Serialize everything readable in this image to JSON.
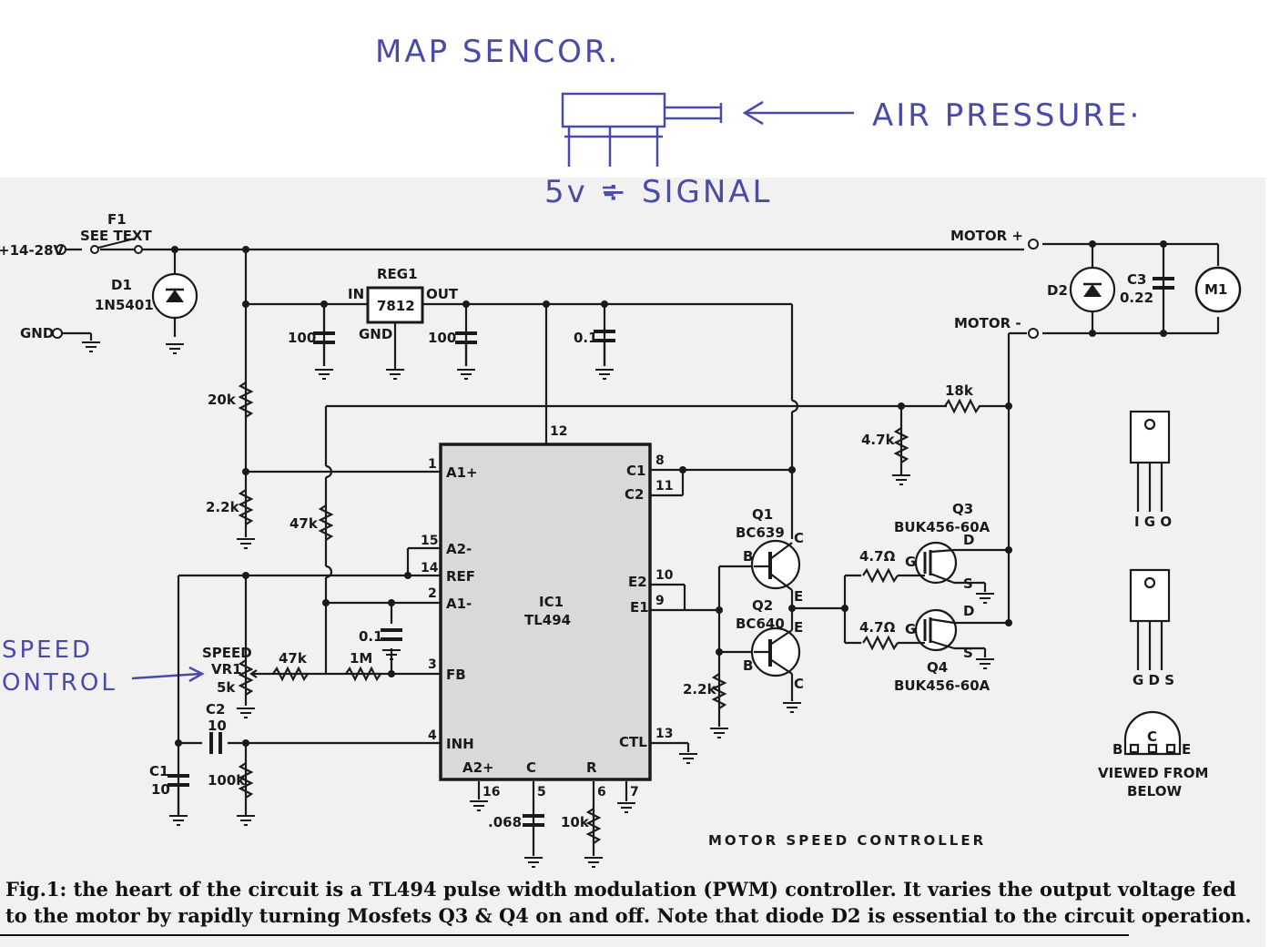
{
  "annotations": {
    "map_sensor": "MAP SENCOR.",
    "air_pressure": "AIR PRESSURE·",
    "signal": "5v ÷ SIGNAL",
    "speed": "SPEED",
    "control": "ONTROL"
  },
  "title": "MOTOR SPEED CONTROLLER",
  "caption": "Fig.1: the heart of the circuit is a TL494 pulse width modulation (PWM) controller. It varies the output voltage fed to the motor by rapidly turning Mosfets Q3 & Q4 on and off. Note that diode D2 is essential to the circuit operation.",
  "labels": {
    "supply": "+14-28V",
    "gnd": "GND",
    "f1": "F1",
    "see_text": "SEE TEXT",
    "d1": "D1",
    "d1_part": "1N5401",
    "reg1": "REG1",
    "reg_part": "7812",
    "in": "IN",
    "out": "OUT",
    "reg_gnd": "GND",
    "c100a": "100",
    "c100b": "100",
    "c01a": "0.1",
    "c01b": "0.1",
    "r20k": "20k",
    "r2k2a": "2.2k",
    "r2k2b": "2.2k",
    "r47ka": "47k",
    "r47kb": "47k",
    "r1m": "1M",
    "speed": "SPEED",
    "vr1": "VR1",
    "r5k": "5k",
    "c2": "C2",
    "c2_value": "10",
    "c1": "C1",
    "c1_value": "10",
    "r100k": "100k",
    "ic1": "IC1",
    "ic_part": "TL494",
    "c068": ".068",
    "r10k": "10k",
    "q1": "Q1",
    "q1_part": "BC639",
    "q2": "Q2",
    "q2_part": "BC640",
    "q3": "Q3",
    "q3_part": "BUK456-60A",
    "q4": "Q4",
    "q4_part": "BUK456-60A",
    "r18k": "18k",
    "r4k7": "4.7k",
    "r4r7a": "4.7Ω",
    "r4r7b": "4.7Ω",
    "pin_b": "B",
    "pin_c": "C",
    "pin_e": "E",
    "pin_g": "G",
    "pin_d": "D",
    "pin_s": "S",
    "motor_plus": "MOTOR +",
    "motor_minus": "MOTOR -",
    "d2": "D2",
    "c3": "C3",
    "c3_value": "0.22",
    "m1": "M1",
    "igo": "I G O",
    "gds": "G D S",
    "viewed_from": "VIEWED FROM",
    "below": "BELOW"
  },
  "ic_pins": {
    "a1plus": "A1+",
    "a2minus": "A2-",
    "ref": "REF",
    "a1minus": "A1-",
    "fb": "FB",
    "inh": "INH",
    "a2plus": "A2+",
    "c": "C",
    "r": "R",
    "ctl": "CTL",
    "c1": "C1",
    "c2": "C2",
    "e2": "E2",
    "e1": "E1"
  },
  "pin_numbers": {
    "p1": "1",
    "p2": "2",
    "p3": "3",
    "p4": "4",
    "p5": "5",
    "p6": "6",
    "p7": "7",
    "p8": "8",
    "p9": "9",
    "p10": "10",
    "p11": "11",
    "p12": "12",
    "p13": "13",
    "p14": "14",
    "p15": "15",
    "p16": "16"
  }
}
